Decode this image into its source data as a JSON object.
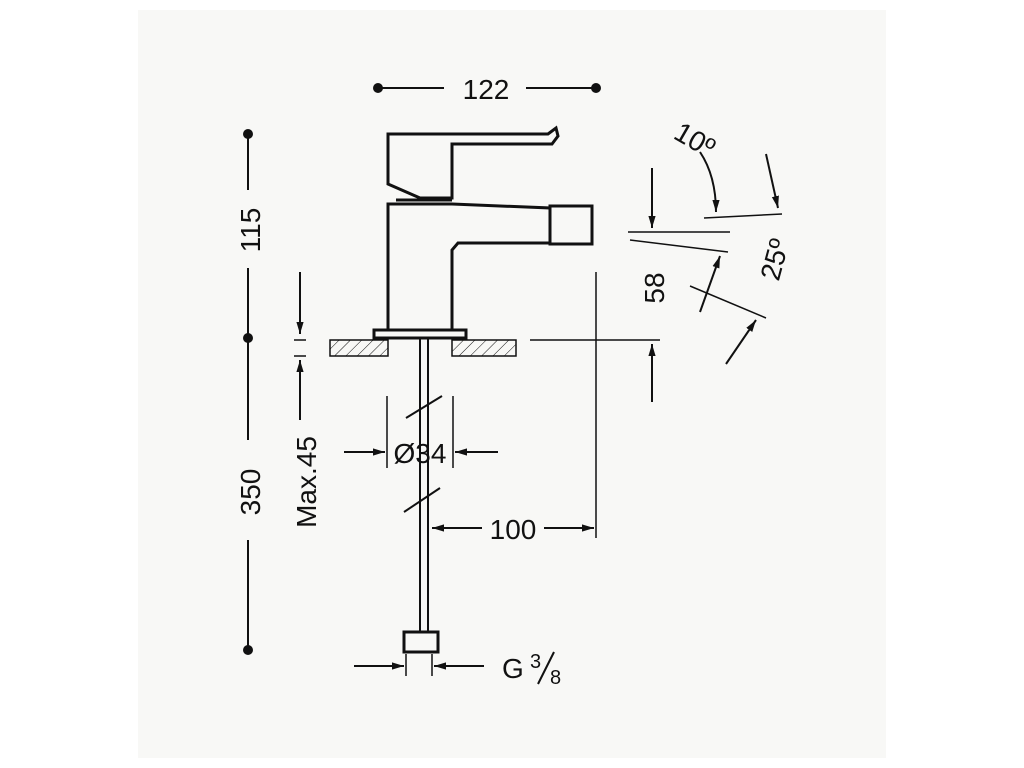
{
  "dimensions": {
    "width_top": "122",
    "height_upper": "115",
    "height_total": "350",
    "deck_thickness": "Max.45",
    "diameter": "Ø34",
    "reach": "100",
    "spout_height": "58",
    "angle_lever": "10º",
    "angle_spout": "25º",
    "connection_prefix": "G",
    "connection_num": "3",
    "connection_den": "8"
  },
  "colors": {
    "line": "#111111",
    "background": "#f8f8f6"
  }
}
